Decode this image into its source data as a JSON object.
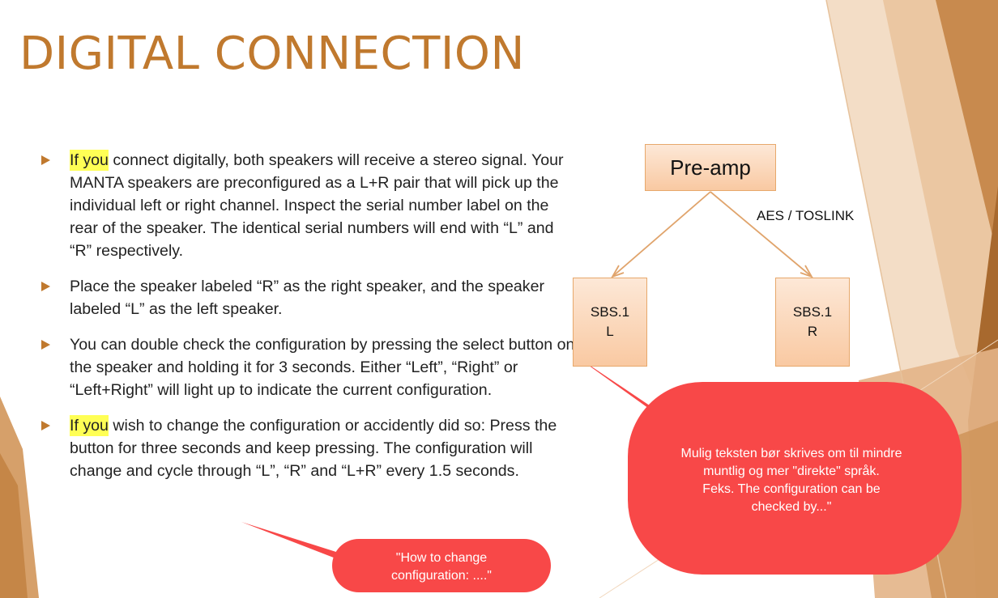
{
  "slide": {
    "title": "DIGITAL CONNECTION",
    "bullets": [
      {
        "highlight": "If you",
        "text": " connect digitally, both speakers will receive a stereo signal. Your MANTA speakers are preconfigured as a L+R pair that will pick up the individual left or right channel. Inspect the serial number label on the rear of the speaker. The identical serial numbers will end with “L” and “R” respectively."
      },
      {
        "highlight": "",
        "text": "Place the speaker labeled “R” as the right speaker, and the speaker labeled “L” as the left speaker."
      },
      {
        "highlight": "",
        "text": "You can double check the configuration by pressing the select button on the speaker and holding it for 3 seconds. Either “Left”, “Right” or “Left+Right” will light up to indicate the current configuration."
      },
      {
        "highlight": "If you",
        "text": " wish to change the configuration or accidently did so: Press the button for three seconds and keep pressing. The configuration will change and cycle through “L”, “R” and “L+R” every 1.5 seconds."
      }
    ]
  },
  "diagram": {
    "preamp_label": "Pre-amp",
    "connection_label": "AES / TOSLINK",
    "speaker_left": {
      "line1": "SBS.1",
      "line2": "L"
    },
    "speaker_right": {
      "line1": "SBS.1",
      "line2": "R"
    }
  },
  "comments": {
    "big": {
      "line1": "Mulig teksten bør skrives om til mindre",
      "line2": "muntlig og mer \"direkte\" språk.",
      "line3": "Feks. The configuration can be",
      "line4": "checked by...\""
    },
    "small": {
      "line1": "\"How to change",
      "line2": "configuration: ....\""
    }
  },
  "colors": {
    "title": "#c0792e",
    "bullet_marker": "#c0792e",
    "highlight": "#ffff55",
    "callout": "#f84848",
    "box_border": "#e7a86b"
  }
}
